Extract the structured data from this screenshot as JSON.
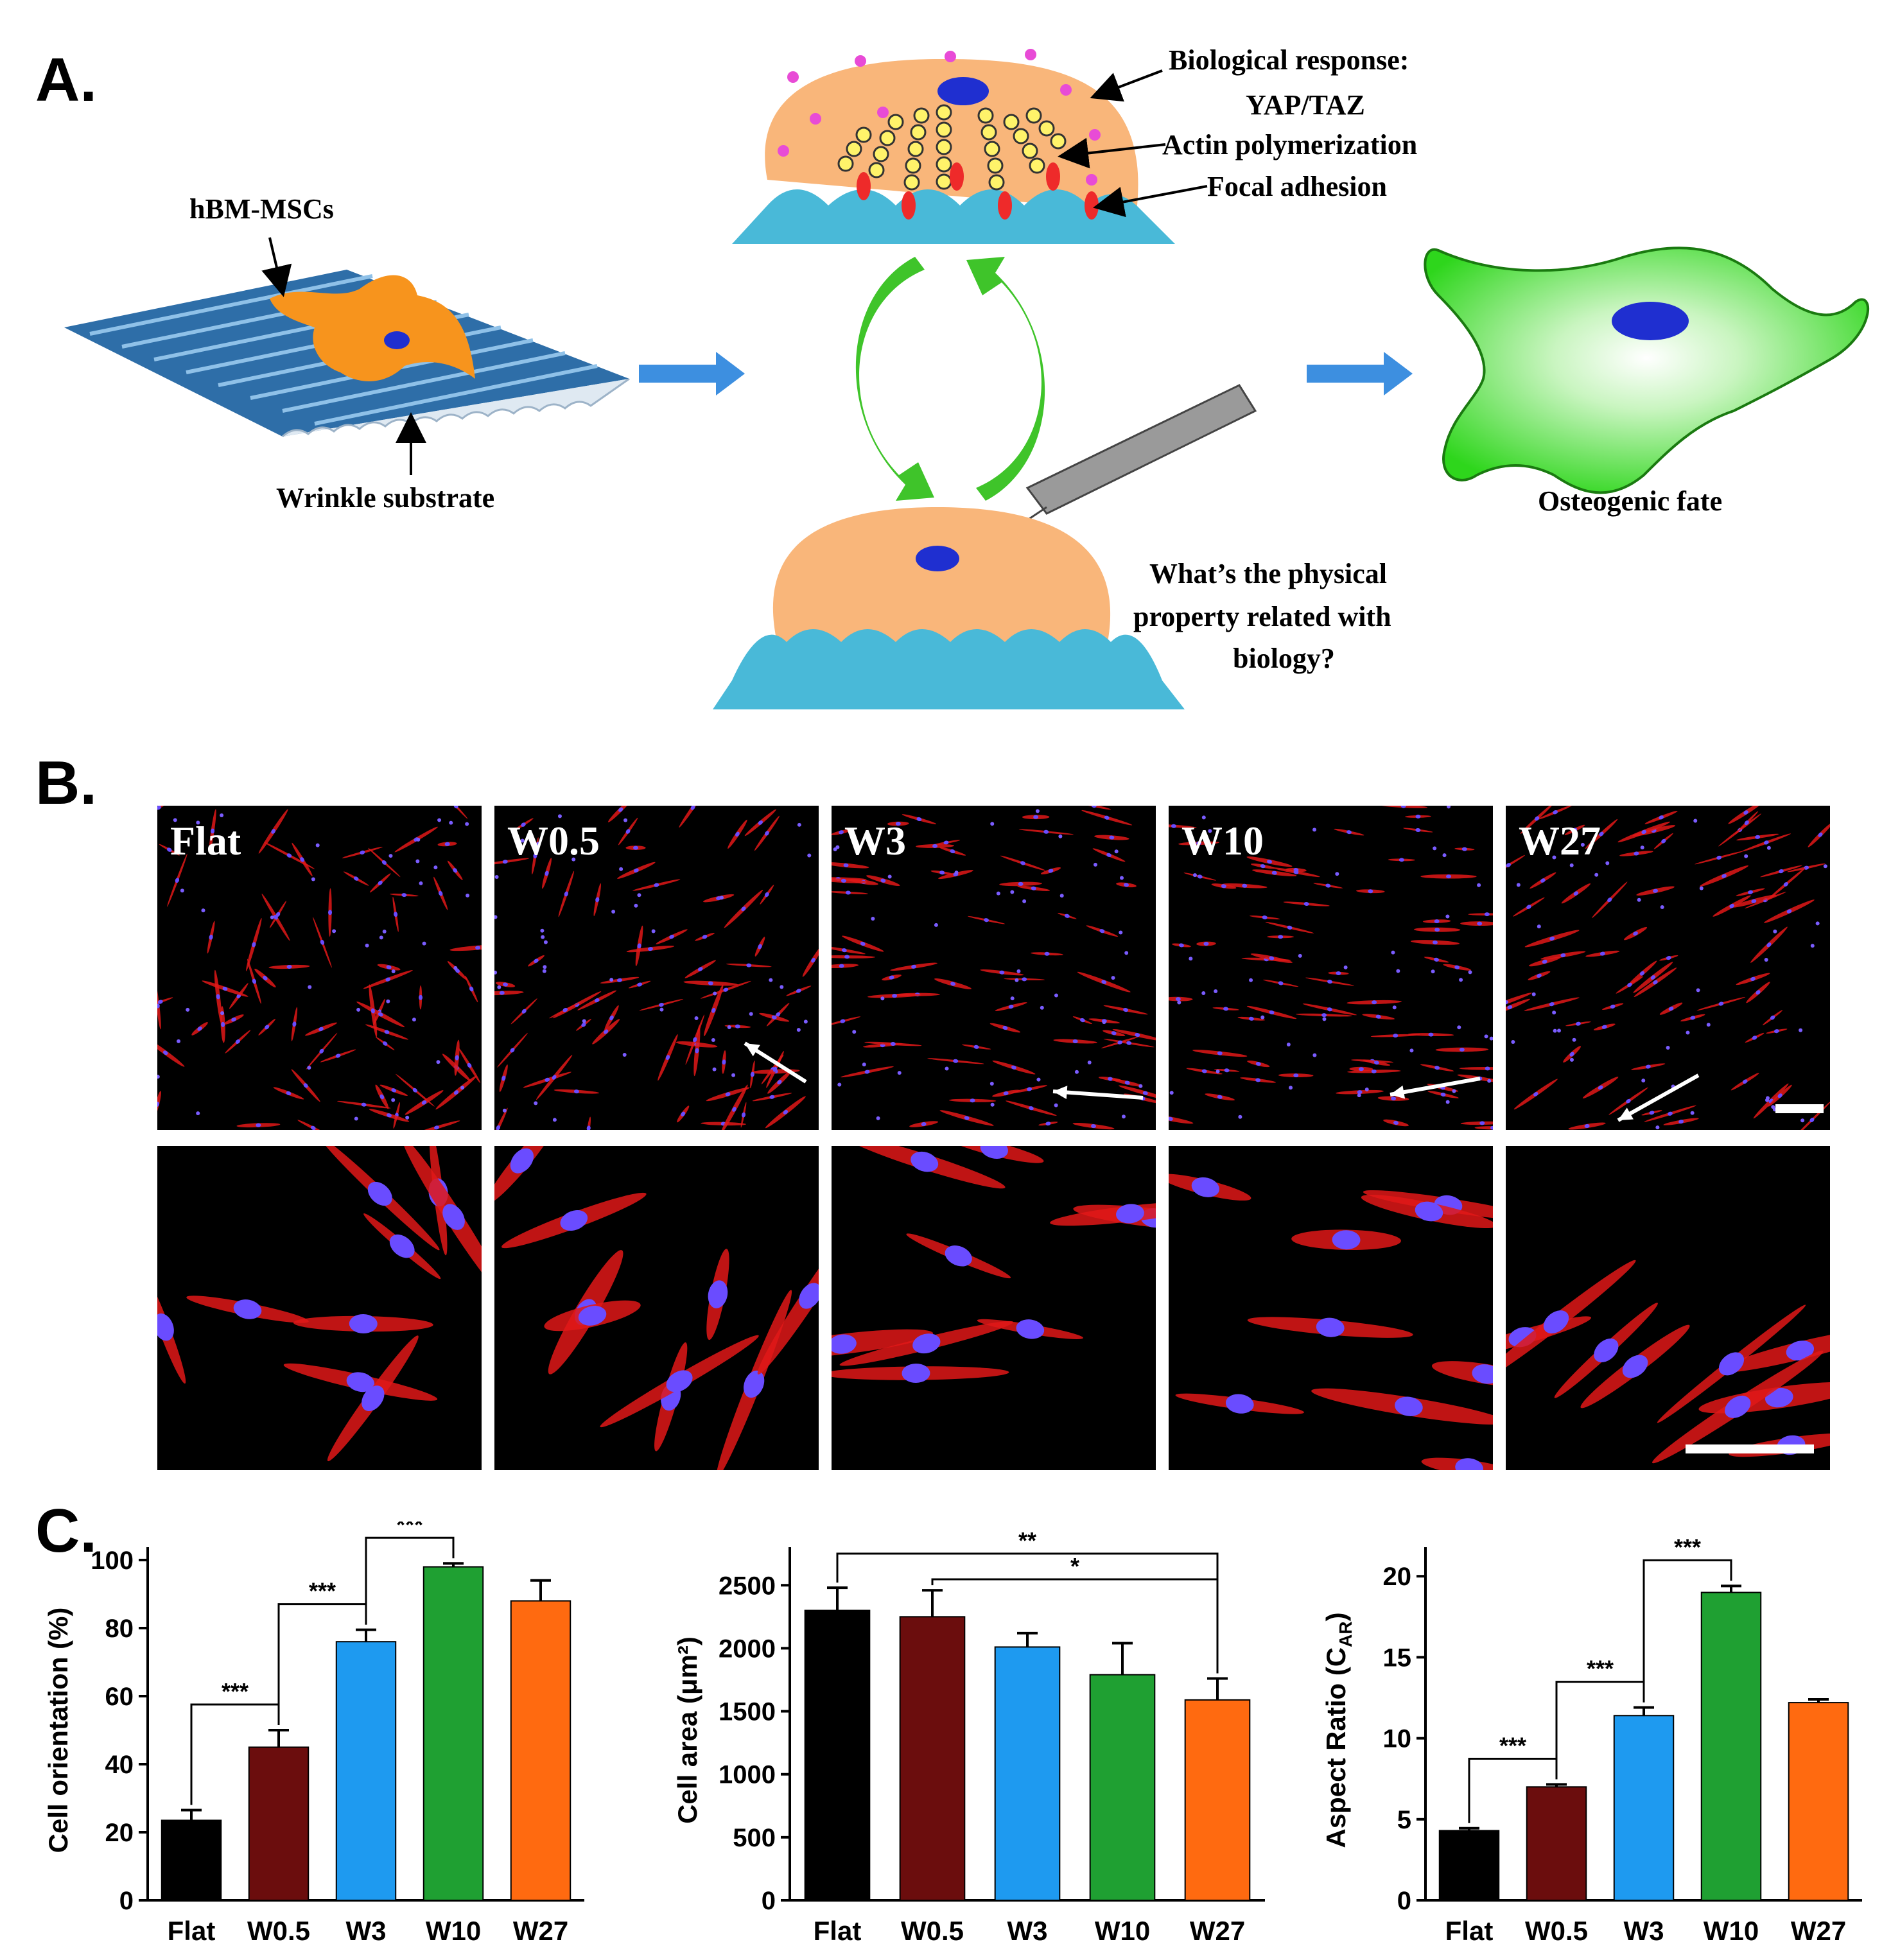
{
  "panelA": {
    "letter": "A.",
    "cell_label": "hBM-MSCs",
    "substrate_label": "Wrinkle substrate",
    "response_title": "Biological response:",
    "response_items": [
      "YAP/TAZ",
      "Actin polymerization",
      "Focal adhesion"
    ],
    "question": [
      "What’s the physical",
      "property related with",
      "biology?"
    ],
    "fate_label": "Osteogenic fate",
    "colors": {
      "cell": "#f9b67a",
      "substrate": "#49b9d8",
      "nucleus": "#1f2fd0",
      "fate_cell": "#3ddc2c",
      "arrow": "#3d8fe0",
      "cycle_arrow": "#3fc42a"
    }
  },
  "panelB": {
    "letter": "B.",
    "samples": [
      "Flat",
      "W0.5",
      "W3",
      "W10",
      "W27"
    ]
  },
  "panelC": {
    "letter": "C."
  },
  "chart_data": [
    {
      "type": "bar",
      "categories": [
        "Flat",
        "W0.5",
        "W3",
        "W10",
        "W27"
      ],
      "values": [
        23.5,
        45,
        76,
        98,
        88
      ],
      "errors": [
        3,
        5,
        3.5,
        1,
        6
      ],
      "ylabel": "Cell orientation (%)",
      "ylim": [
        0,
        100
      ],
      "yticks": [
        0,
        20,
        40,
        60,
        80,
        100
      ],
      "colors": [
        "#000000",
        "#6b0d0d",
        "#1e9af0",
        "#1fa032",
        "#ff6a10"
      ],
      "significance": [
        {
          "from": 0,
          "to": 1,
          "label": "***"
        },
        {
          "from": 1,
          "to": 2,
          "label": "***"
        },
        {
          "from": 2,
          "to": 3,
          "label": "***"
        }
      ]
    },
    {
      "type": "bar",
      "categories": [
        "Flat",
        "W0.5",
        "W3",
        "W10",
        "W27"
      ],
      "values": [
        2300,
        2250,
        2010,
        1790,
        1590
      ],
      "errors": [
        180,
        210,
        110,
        250,
        170
      ],
      "ylabel": "Cell area (μm²)",
      "ylim": [
        0,
        2700
      ],
      "yticks": [
        0,
        500,
        1000,
        1500,
        2000,
        2500
      ],
      "colors": [
        "#000000",
        "#6b0d0d",
        "#1e9af0",
        "#1fa032",
        "#ff6a10"
      ],
      "significance": [
        {
          "from": 0,
          "to": 4,
          "label": "**"
        },
        {
          "from": 1,
          "to": 4,
          "label": "*"
        }
      ]
    },
    {
      "type": "bar",
      "categories": [
        "Flat",
        "W0.5",
        "W3",
        "W10",
        "W27"
      ],
      "values": [
        4.3,
        7.0,
        11.4,
        19.0,
        12.2
      ],
      "errors": [
        0.15,
        0.15,
        0.5,
        0.4,
        0.2
      ],
      "ylabel": "Aspect Ratio (C",
      "ylabel_sub": "AR",
      "ylabel_end": ")",
      "ylim": [
        0,
        21
      ],
      "yticks": [
        0,
        5,
        10,
        15,
        20
      ],
      "colors": [
        "#000000",
        "#6b0d0d",
        "#1e9af0",
        "#1fa032",
        "#ff6a10"
      ],
      "significance": [
        {
          "from": 0,
          "to": 1,
          "label": "***"
        },
        {
          "from": 1,
          "to": 2,
          "label": "***"
        },
        {
          "from": 2,
          "to": 3,
          "label": "***"
        }
      ]
    }
  ]
}
